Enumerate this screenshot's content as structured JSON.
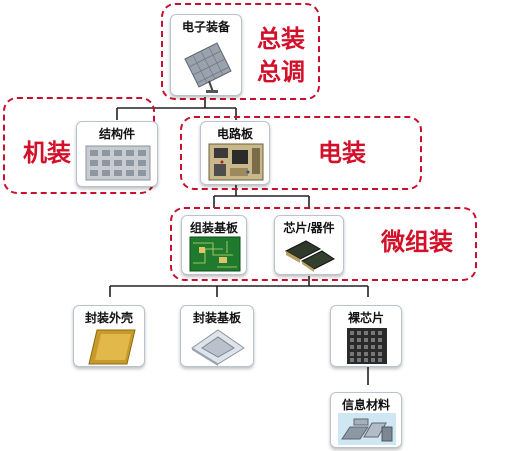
{
  "groups": {
    "system": {
      "label_line1": "总装",
      "label_line2": "总调"
    },
    "mechanical": {
      "label": "机装"
    },
    "electrical": {
      "label": "电装"
    },
    "micro": {
      "label": "微组装"
    }
  },
  "nodes": {
    "electronic_equipment": {
      "label": "电子装备",
      "icon": "radar-antenna-icon"
    },
    "structural_part": {
      "label": "结构件",
      "icon": "metal-panel-icon"
    },
    "circuit_board": {
      "label": "电路板",
      "icon": "circuit-board-icon"
    },
    "assembly_substrate": {
      "label": "组装基板",
      "icon": "green-pcb-icon"
    },
    "chip_device": {
      "label": "芯片/器件",
      "icon": "chip-package-icon"
    },
    "package_shell": {
      "label": "封装外壳",
      "icon": "gold-shell-icon"
    },
    "package_substrate": {
      "label": "封装基板",
      "icon": "ceramic-substrate-icon"
    },
    "bare_die": {
      "label": "裸芯片",
      "icon": "bare-die-icon"
    },
    "info_materials": {
      "label": "信息材料",
      "icon": "material-blocks-icon"
    }
  },
  "colors": {
    "group_border": "#c8102e",
    "group_label": "#d2102a",
    "connector": "#222222"
  }
}
